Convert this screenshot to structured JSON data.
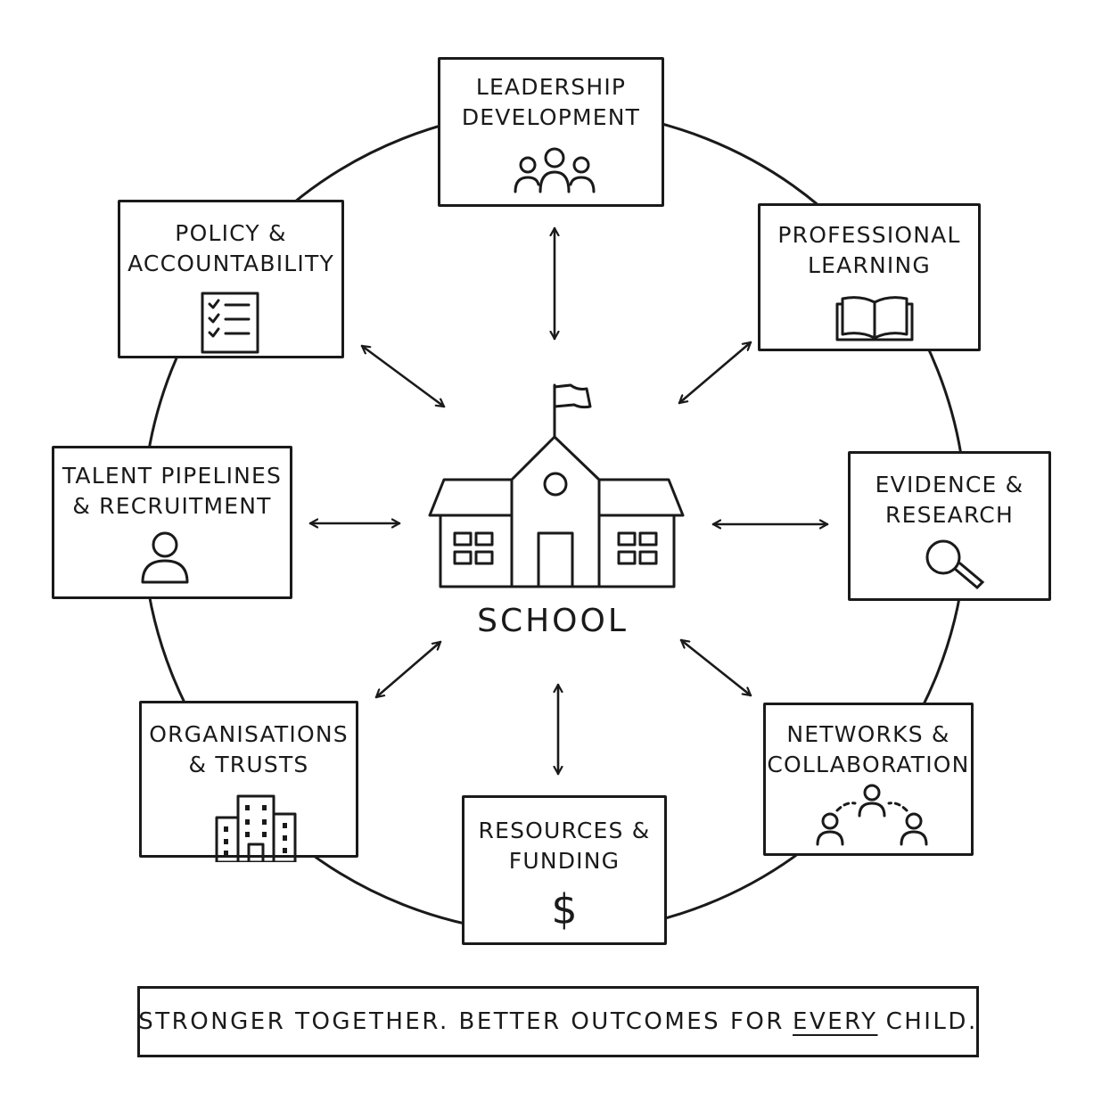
{
  "center": {
    "label": "SCHOOL"
  },
  "nodes": {
    "leadership": {
      "line1": "LEADERSHIP",
      "line2": "DEVELOPMENT"
    },
    "professional": {
      "line1": "PROFESSIONAL",
      "line2": "LEARNING"
    },
    "evidence": {
      "line1": "EVIDENCE &",
      "line2": "RESEARCH"
    },
    "networks": {
      "line1": "NETWORKS &",
      "line2": "COLLABORATION"
    },
    "resources": {
      "line1": "RESOURCES &",
      "line2": "FUNDING"
    },
    "organisations": {
      "line1": "ORGANISATIONS",
      "line2": "& TRUSTS"
    },
    "talent": {
      "line1": "TALENT PIPELINES",
      "line2": "& RECRUITMENT"
    },
    "policy": {
      "line1": "POLICY &",
      "line2": "ACCOUNTABILITY"
    }
  },
  "icons": {
    "leadership": "people-group-icon",
    "professional": "open-book-icon",
    "evidence": "magnifying-glass-icon",
    "networks": "network-people-icon",
    "resources": "dollar-icon",
    "organisations": "office-building-icon",
    "talent": "person-icon",
    "policy": "checklist-icon",
    "center": "school-building-icon"
  },
  "resources_symbol": "$",
  "banner": {
    "before": "STRONGER TOGETHER. BETTER OUTCOMES FOR",
    "emphasis": "EVERY",
    "after": "CHILD."
  },
  "colors": {
    "ink": "#1a1a1a",
    "paper": "#ffffff"
  }
}
